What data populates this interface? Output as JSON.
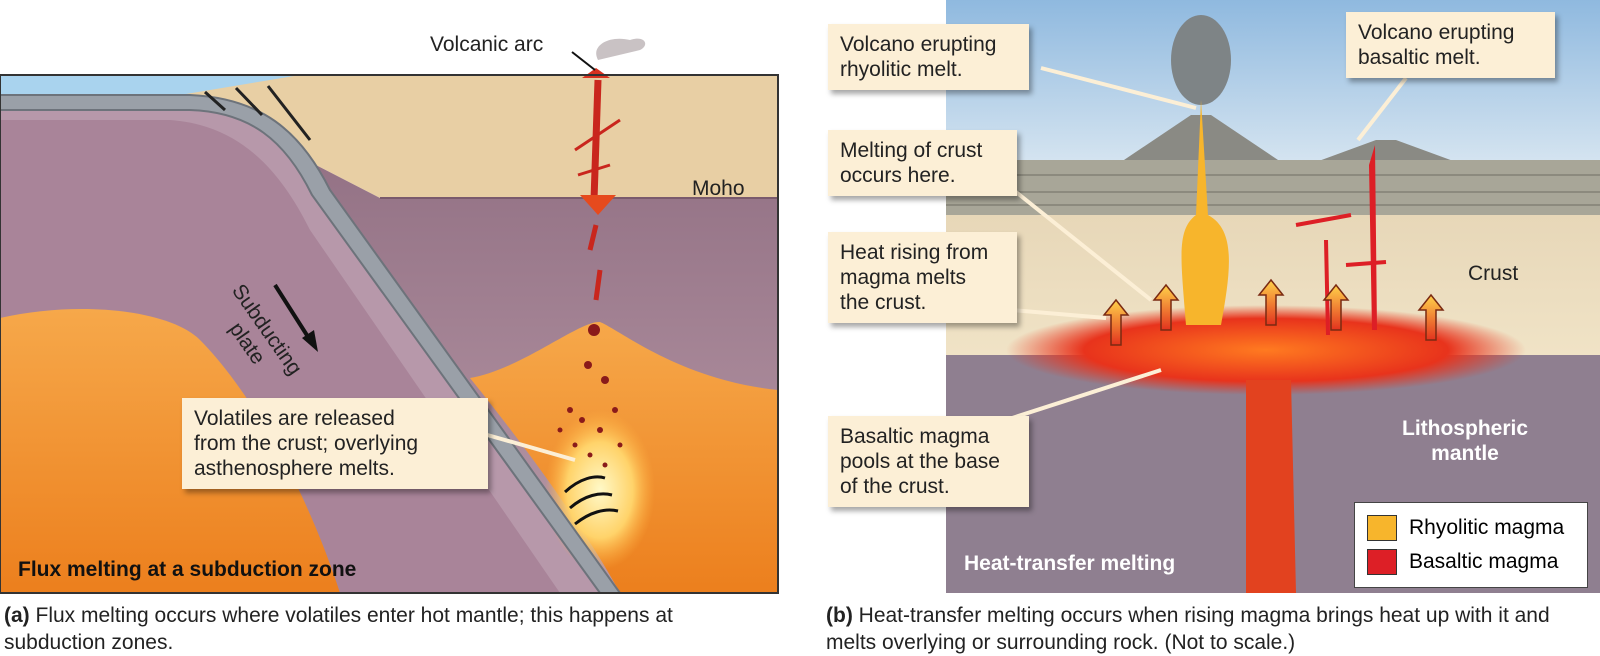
{
  "panel_a": {
    "title": "Flux melting at a subduction zone",
    "labels": {
      "volcanic_arc": "Volcanic arc",
      "moho": "Moho",
      "subducting_plate": "Subducting\nplate"
    },
    "callout_volatiles": "Volatiles are released\nfrom the crust; overlying\nasthenosphere melts.",
    "caption_label": "(a)",
    "caption_text": " Flux melting occurs where volatiles enter hot mantle; this happens at subduction zones."
  },
  "panel_b": {
    "title": "Heat-transfer melting",
    "labels": {
      "crust": "Crust",
      "lithospheric_mantle": "Lithospheric\nmantle"
    },
    "callouts": {
      "rhyolitic_volcano": "Volcano erupting\nrhyolitic melt.",
      "basaltic_volcano": "Volcano erupting\nbasaltic melt.",
      "crust_melting": "Melting of crust\noccurs here.",
      "heat_rising": "Heat rising from\nmagma melts\nthe crust.",
      "magma_pools": "Basaltic magma\npools at the base\nof the crust."
    },
    "legend": [
      {
        "label": "Rhyolitic magma",
        "color": "#f7b52c"
      },
      {
        "label": "Basaltic magma",
        "color": "#dd1f26"
      }
    ],
    "caption_label": "(b)",
    "caption_text": " Heat-transfer melting occurs when rising magma brings heat up with it and melts overlying or surrounding rock. (Not to scale.)"
  }
}
